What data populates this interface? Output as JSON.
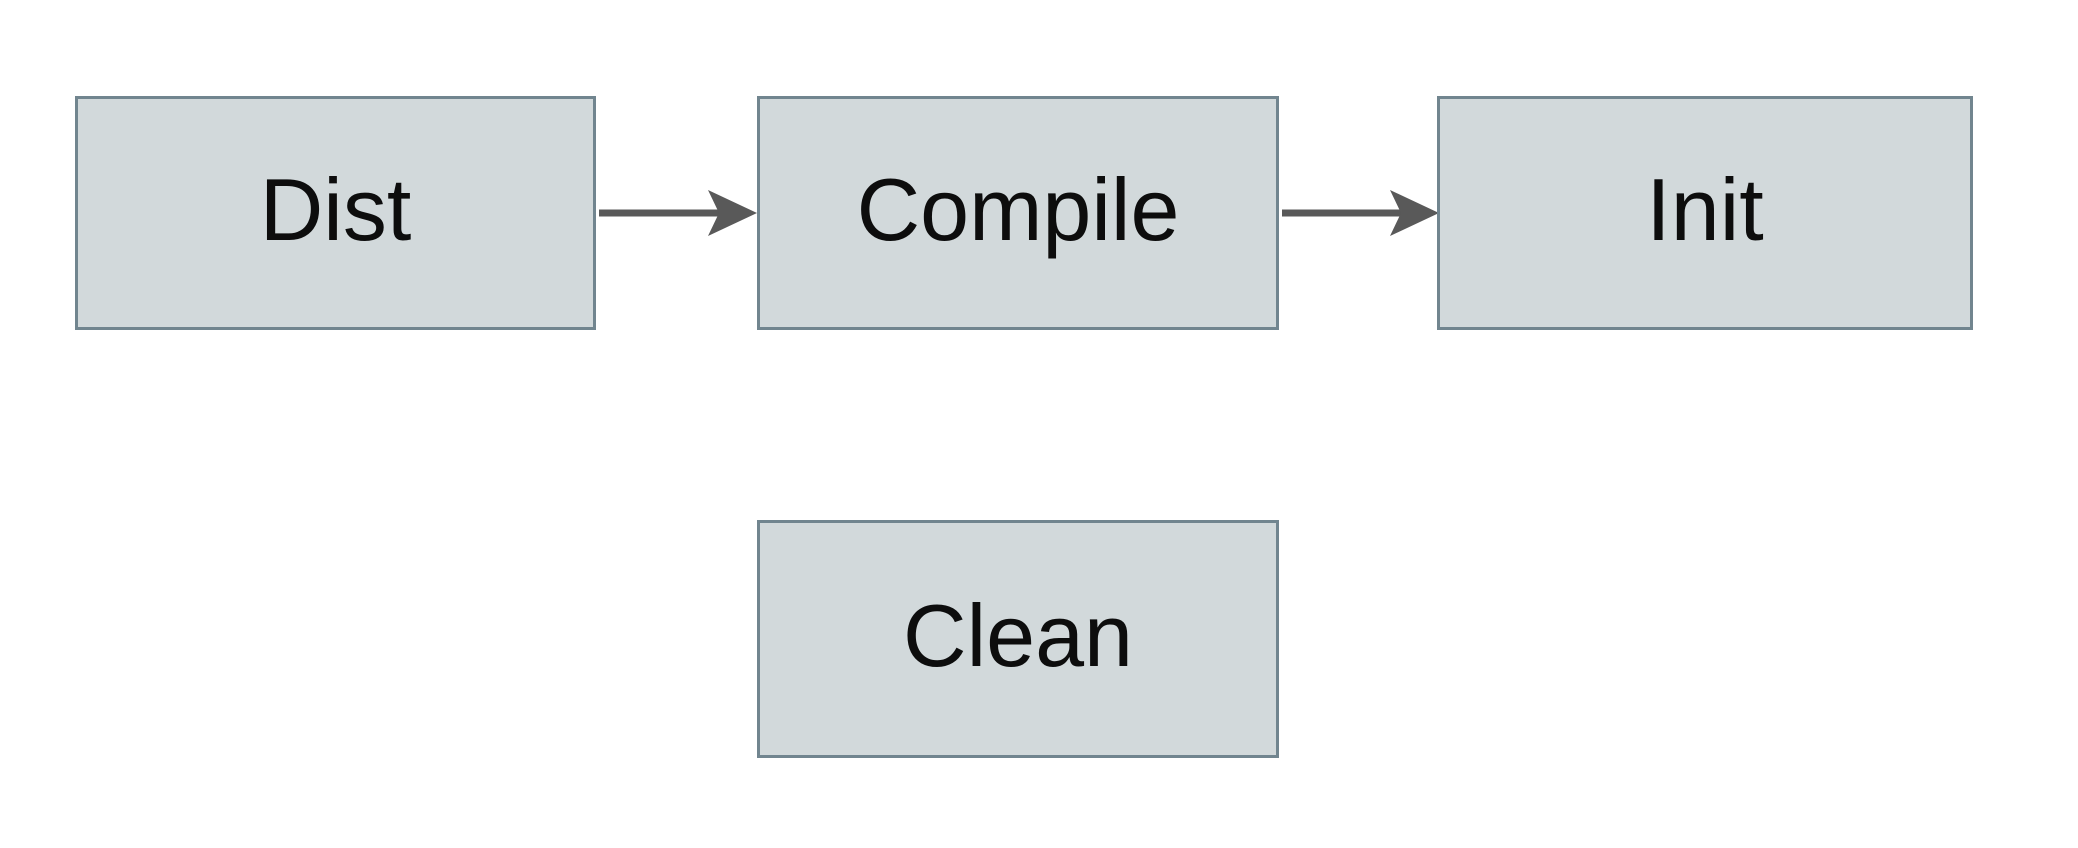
{
  "diagram": {
    "nodes": {
      "dist": {
        "label": "Dist"
      },
      "compile": {
        "label": "Compile"
      },
      "init": {
        "label": "Init"
      },
      "clean": {
        "label": "Clean"
      }
    },
    "edges": [
      {
        "from": "Dist",
        "to": "Compile",
        "direction": "right"
      },
      {
        "from": "Compile",
        "to": "Init",
        "direction": "right"
      }
    ],
    "colors": {
      "background": "#ffffff",
      "node_fill": "#d2d9db",
      "node_border": "#71858f",
      "node_text": "#0d0d0d",
      "arrow": "#595959"
    }
  }
}
